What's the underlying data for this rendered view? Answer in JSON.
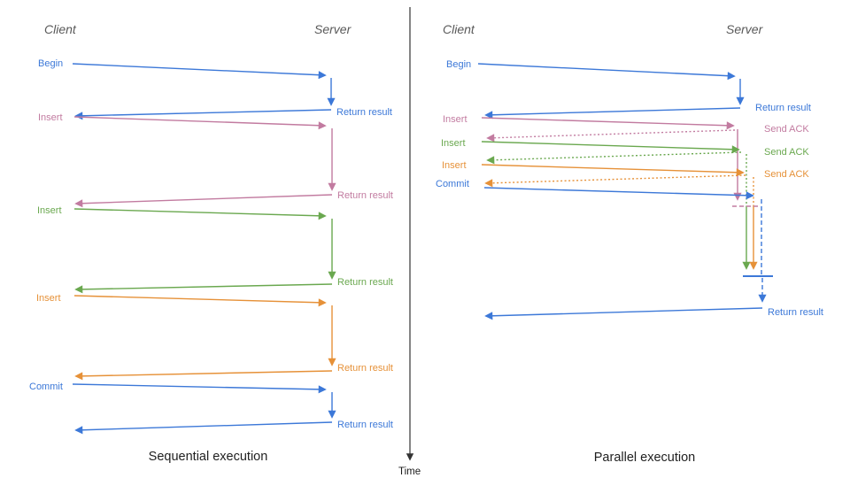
{
  "colors": {
    "blue": "#3C78D8",
    "pink": "#C27BA0",
    "green": "#6AA84F",
    "orange": "#E69138",
    "axis": "#333333",
    "header_gray": "#595959",
    "title_black": "#1f1f1f"
  },
  "sequential": {
    "client_header": "Client",
    "server_header": "Server",
    "title": "Sequential execution",
    "messages": [
      {
        "label": "Begin",
        "color": "blue",
        "response": "Return result"
      },
      {
        "label": "Insert",
        "color": "pink",
        "response": "Return result"
      },
      {
        "label": "Insert",
        "color": "green",
        "response": "Return result"
      },
      {
        "label": "Insert",
        "color": "orange",
        "response": "Return result"
      },
      {
        "label": "Commit",
        "color": "blue",
        "response": "Return result"
      }
    ]
  },
  "parallel": {
    "client_header": "Client",
    "server_header": "Server",
    "title": "Parallel execution",
    "messages": [
      {
        "label": "Begin",
        "color": "blue",
        "response": "Return result"
      },
      {
        "label": "Insert",
        "color": "pink",
        "response": "Send ACK"
      },
      {
        "label": "Insert",
        "color": "green",
        "response": "Send ACK"
      },
      {
        "label": "Insert",
        "color": "orange",
        "response": "Send ACK"
      },
      {
        "label": "Commit",
        "color": "blue",
        "response": "Return result"
      }
    ]
  },
  "time_axis": {
    "label": "Time"
  }
}
